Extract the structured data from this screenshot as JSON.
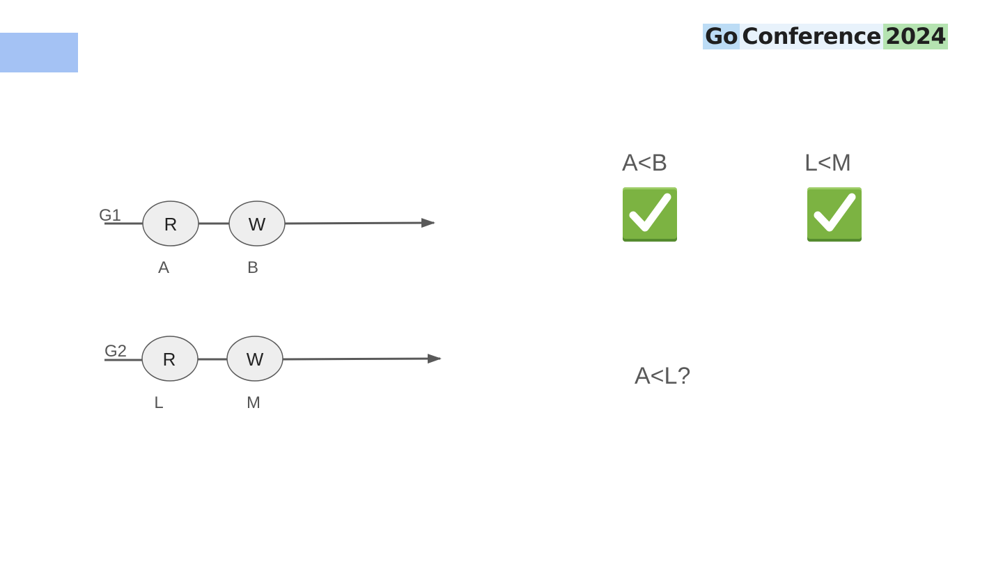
{
  "logo": {
    "part1": "Go",
    "part2": "Conference",
    "part3": "2024"
  },
  "colors": {
    "accent_block": "#a4c2f4",
    "node_fill": "#eeeeee",
    "line": "#595959",
    "check_green": "#7cb342"
  },
  "timelines": [
    {
      "name": "G1",
      "events": [
        {
          "op": "R",
          "label": "A"
        },
        {
          "op": "W",
          "label": "B"
        }
      ]
    },
    {
      "name": "G2",
      "events": [
        {
          "op": "R",
          "label": "L"
        },
        {
          "op": "W",
          "label": "M"
        }
      ]
    }
  ],
  "relations": {
    "first": {
      "text": "A<B",
      "icon": "check-mark-icon"
    },
    "second": {
      "text": "L<M",
      "icon": "check-mark-icon"
    },
    "question": {
      "text": "A<L?"
    }
  }
}
